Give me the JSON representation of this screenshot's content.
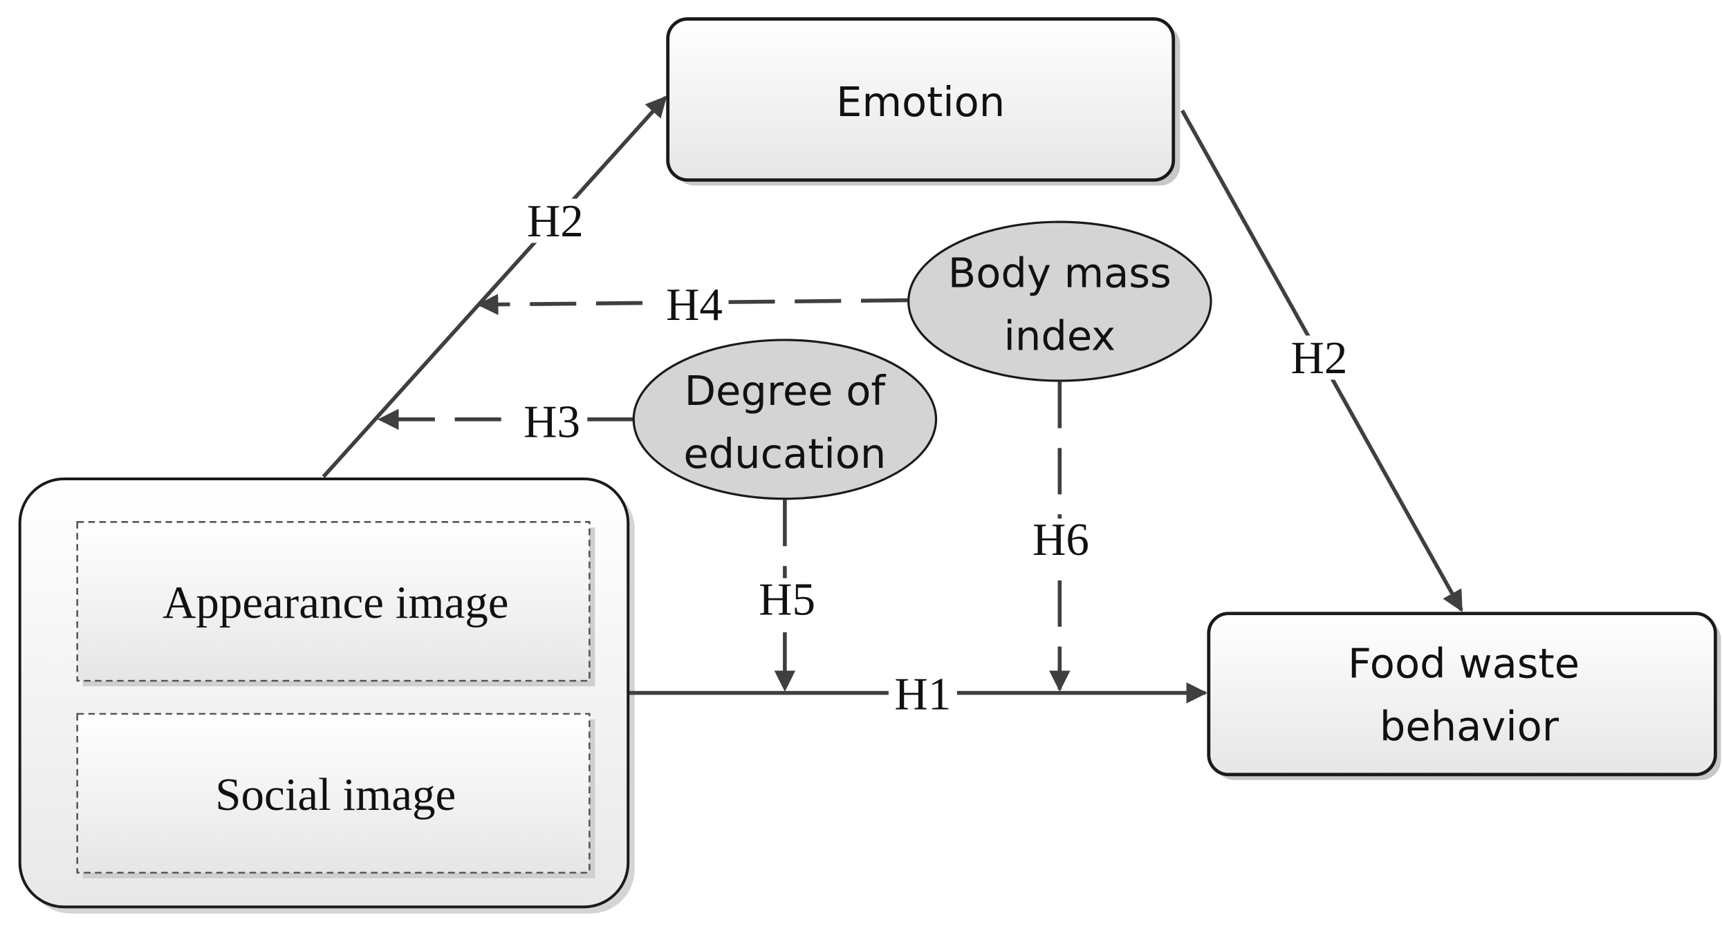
{
  "nodes": {
    "emotion": {
      "label": "Emotion"
    },
    "food_waste": {
      "line1": "Food waste",
      "line2": "behavior"
    },
    "body_mass": {
      "line1": "Body mass",
      "line2": "index"
    },
    "education": {
      "line1": "Degree of",
      "line2": "education"
    },
    "appearance_image": {
      "label": "Appearance image"
    },
    "social_image": {
      "label": "Social image"
    }
  },
  "edges": {
    "h1": "H1",
    "h2_left": "H2",
    "h2_right": "H2",
    "h3": "H3",
    "h4": "H4",
    "h5": "H5",
    "h6": "H6"
  },
  "colors": {
    "line": "#3f3f3f",
    "box_border": "#1a1a1a",
    "ellipse_fill": "#d4d4d4",
    "box_fill_top": "#ffffff",
    "box_fill_bottom": "#e6e6e6",
    "shadow": "#c8c8c8"
  }
}
